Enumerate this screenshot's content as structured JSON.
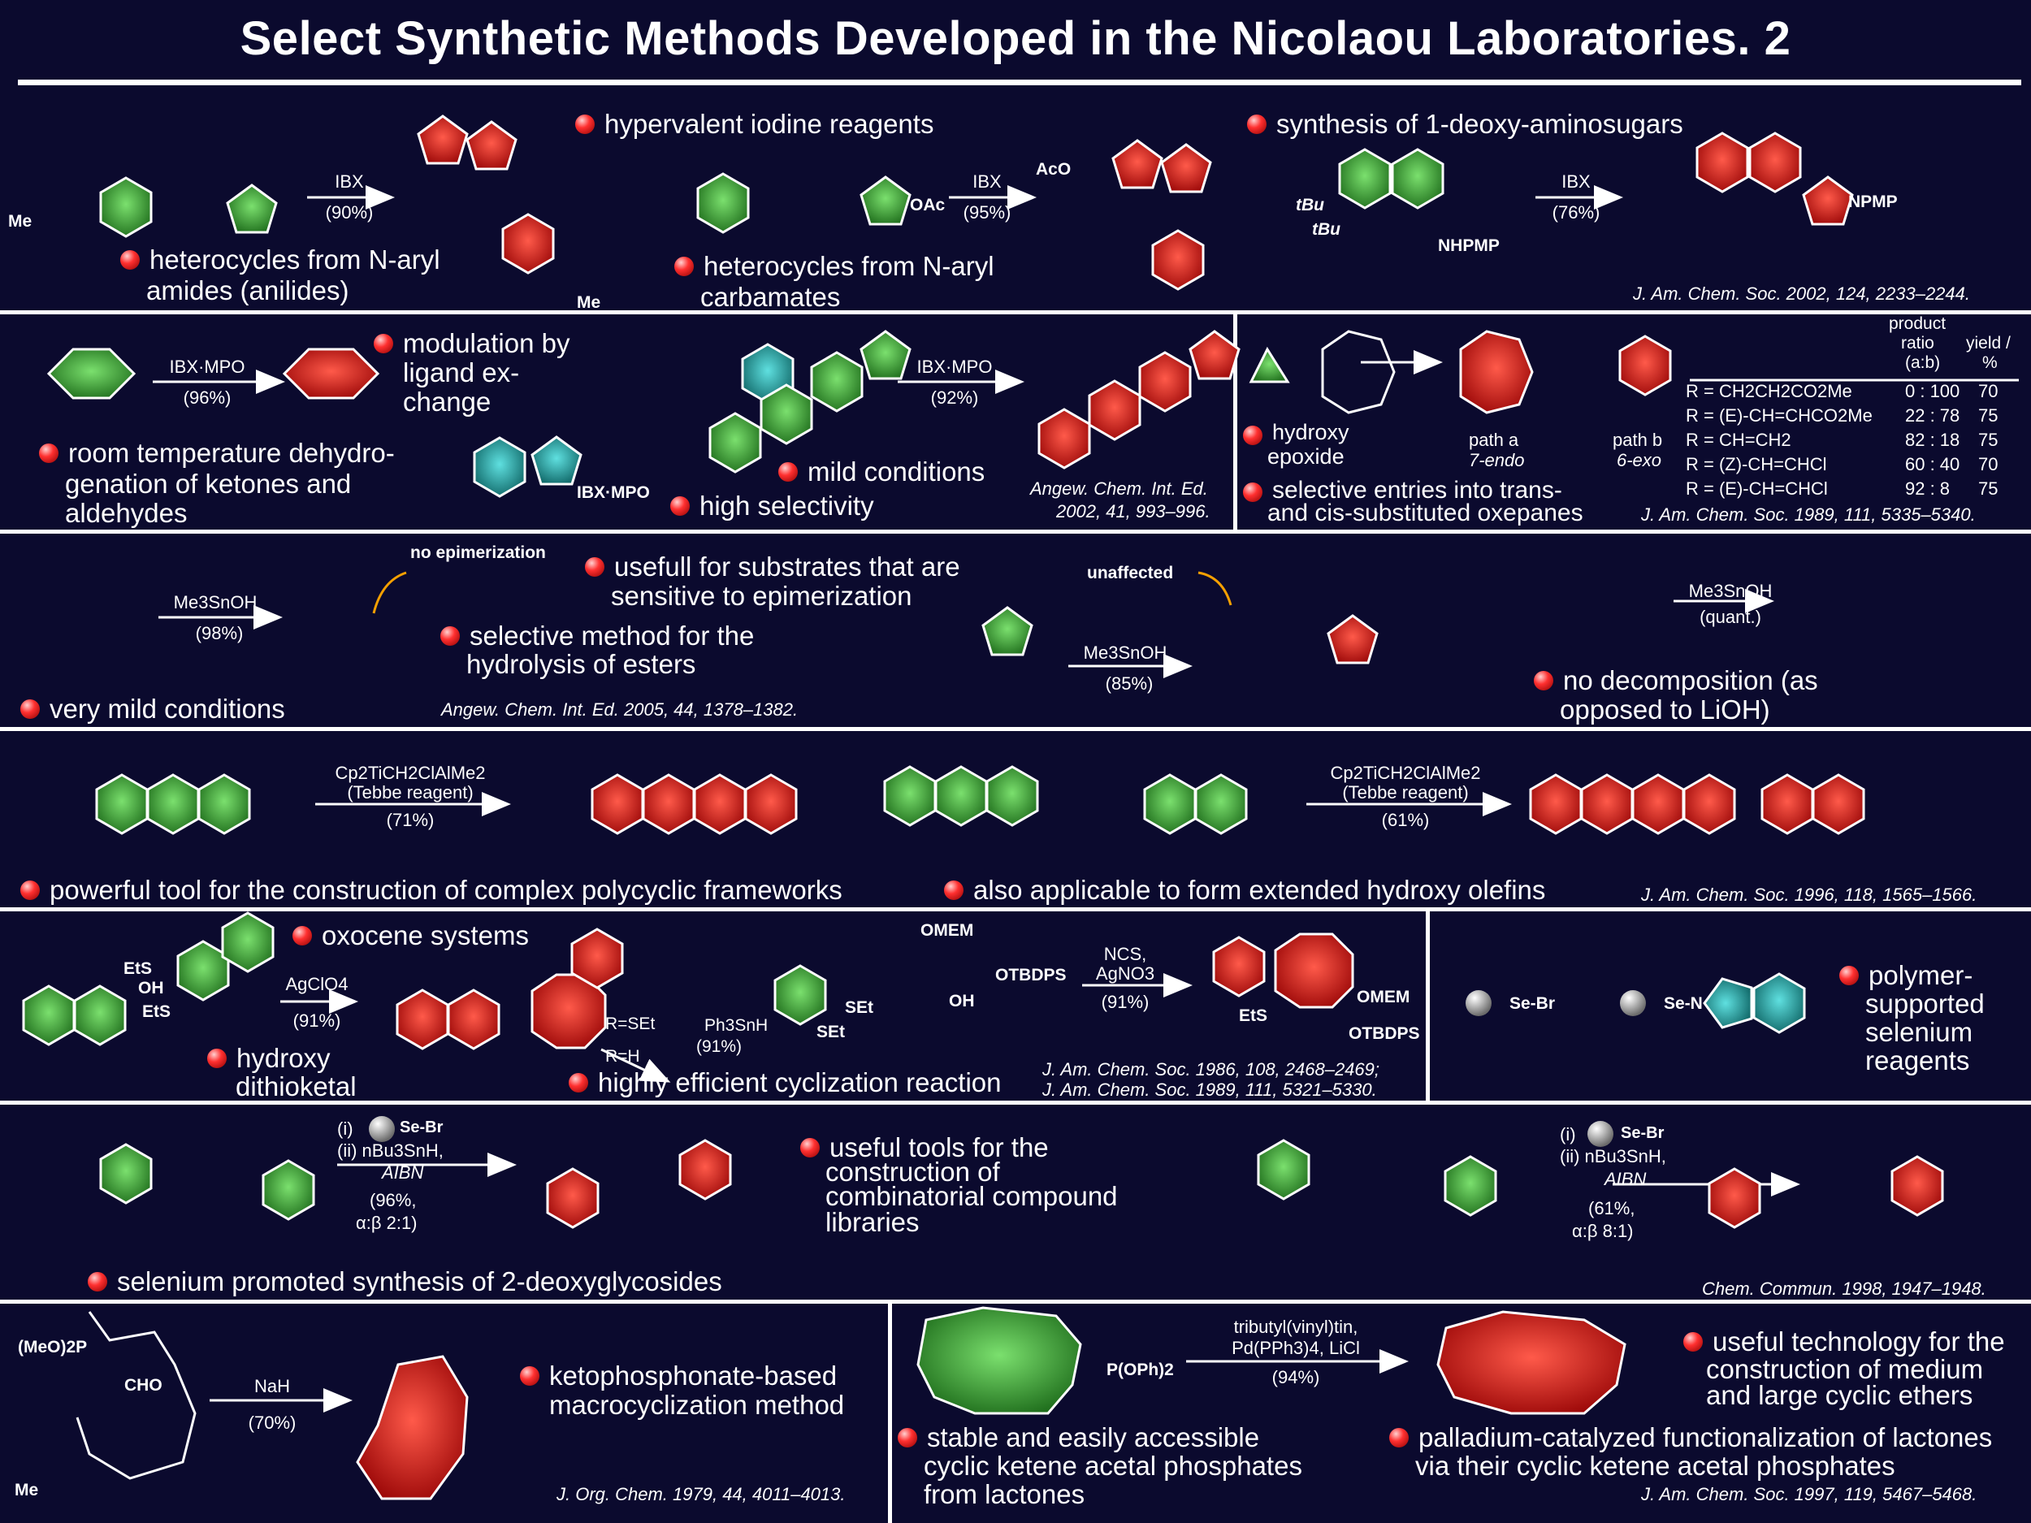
{
  "title": "Select Synthetic Methods Developed in the Nicolaou Laboratories. 2",
  "colors": {
    "background": "#0b0a2e",
    "ring_green": "#3fae3a",
    "ring_red": "#e01f1f",
    "ring_teal": "#1f9a9a",
    "bullet": "#ff3030"
  },
  "p1": {
    "cond1": [
      "IBX",
      "(90%)"
    ],
    "note1": [
      "heterocycles from N-aryl",
      "amides (anilides)"
    ],
    "head2": "hypervalent iodine reagents",
    "cond2": [
      "IBX",
      "(95%)"
    ],
    "note2": [
      "heterocycles from N-aryl",
      "carbamates"
    ],
    "head3": "synthesis of 1-deoxy-aminosugars",
    "cond3": [
      "IBX",
      "(76%)"
    ],
    "cite": "J. Am. Chem. Soc. 2002, 124, 2233–2244.",
    "labels": [
      "Me",
      "Me",
      "AcO",
      "OAc",
      "tBu",
      "tBu",
      "NHPMP",
      "NPMP"
    ]
  },
  "p2": {
    "cond1": [
      "IBX·MPO",
      "(96%)"
    ],
    "note1": [
      "room temperature dehydro-",
      "genation of ketones and",
      "aldehydes"
    ],
    "note2": [
      "modulation by",
      "ligand ex-",
      "change"
    ],
    "reagent": "IBX·MPO",
    "cond2": [
      "IBX·MPO",
      "(92%)"
    ],
    "note3": "mild conditions",
    "note4": "high selectivity",
    "cite": [
      "Angew. Chem. Int. Ed.",
      "2002, 41, 993–996."
    ]
  },
  "p3": {
    "note1": [
      "hydroxy",
      "epoxide"
    ],
    "note2": [
      "selective entries into trans-",
      "and cis-substituted oxepanes"
    ],
    "path_a": [
      "path a",
      "7-endo"
    ],
    "path_b": [
      "path b",
      "6-exo"
    ],
    "table_head": [
      "product",
      "ratio",
      "(a:b)",
      "yield /",
      "%"
    ],
    "table_rows": [
      [
        "R = CH2CH2CO2Me",
        "0 : 100",
        "70"
      ],
      [
        "R = (E)-CH=CHCO2Me",
        "22 : 78",
        "75"
      ],
      [
        "R = CH=CH2",
        "82 : 18",
        "75"
      ],
      [
        "R = (Z)-CH=CHCl",
        "60 : 40",
        "70"
      ],
      [
        "R = (E)-CH=CHCl",
        "92 : 8",
        "75"
      ]
    ],
    "cite": "J. Am. Chem. Soc. 1989, 111, 5335–5340."
  },
  "p4": {
    "cond1": [
      "Me3SnOH",
      "(98%)"
    ],
    "label1": "no epimerization",
    "note1": "very mild conditions",
    "note2": [
      "usefull for substrates that are",
      "sensitive to epimerization"
    ],
    "note3": [
      "selective method for the",
      "hydrolysis of esters"
    ],
    "cite": "Angew. Chem. Int. Ed. 2005, 44, 1378–1382.",
    "label2": "unaffected",
    "cond2": [
      "Me3SnOH",
      "(85%)"
    ],
    "cond3": [
      "Me3SnOH",
      "(quant.)"
    ],
    "note4": [
      "no decomposition (as",
      "opposed to LiOH)"
    ]
  },
  "p5": {
    "cond1": [
      "Cp2TiCH2ClAlMe2",
      "(Tebbe reagent)",
      "(71%)"
    ],
    "cond2": [
      "Cp2TiCH2ClAlMe2",
      "(Tebbe reagent)",
      "(61%)"
    ],
    "note1": "powerful tool for the construction of complex polycyclic frameworks",
    "note2": "also applicable to form extended hydroxy olefins",
    "cite": "J. Am. Chem. Soc. 1996, 118, 1565–1566."
  },
  "p6": {
    "note1": "oxocene systems",
    "cond1": [
      "AgClO4",
      "(91%)"
    ],
    "note2": [
      "hydroxy",
      "dithioketal"
    ],
    "side": [
      "R=SEt",
      "R=H",
      "Ph3SnH",
      "(91%)"
    ],
    "note3": "highly efficient cyclization reaction",
    "cond2": [
      "NCS,",
      "AgNO3",
      "(91%)"
    ],
    "cite": [
      "J. Am. Chem. Soc. 1986, 108, 2468–2469;",
      "J. Am. Chem. Soc. 1989, 111, 5321–5330."
    ],
    "labels": [
      "OMEM",
      "OTBDPS",
      "OH",
      "SEt",
      "SEt",
      "OMEM",
      "OTBDPS",
      "EtS",
      "EtS",
      "EtS",
      "OH"
    ],
    "reagents": [
      "Se-Br",
      "Se-N"
    ],
    "note4": [
      "polymer-",
      "supported",
      "selenium",
      "reagents"
    ]
  },
  "p7": {
    "cond1": [
      "(i)",
      "Se-Br",
      "(ii) nBu3SnH,",
      "AIBN",
      "(96%,",
      "α:β 2:1)"
    ],
    "note1": "selenium promoted synthesis of 2-deoxyglycosides",
    "note2": [
      "useful tools for the",
      "construction of",
      "combinatorial compound",
      "libraries"
    ],
    "cond2": [
      "(i)",
      "Se-Br",
      "(ii) nBu3SnH,",
      "AIBN",
      "(61%,",
      "α:β 8:1)"
    ],
    "cite": "Chem. Commun. 1998, 1947–1948."
  },
  "p8": {
    "cond1": [
      "NaH",
      "(70%)"
    ],
    "note1": [
      "ketophosphonate-based",
      "macrocyclization method"
    ],
    "cite1": "J. Org. Chem. 1979, 44, 4011–4013.",
    "cond2": [
      "tributyl(vinyl)tin,",
      "Pd(PPh3)4, LiCl",
      "(94%)"
    ],
    "note2": [
      "stable and easily accessible",
      "cyclic ketene acetal phosphates",
      "from lactones"
    ],
    "note3": [
      "useful technology for the",
      "construction of medium",
      "and large cyclic ethers"
    ],
    "note4": [
      "palladium-catalyzed functionalization of lactones",
      "via their cyclic ketene acetal phosphates"
    ],
    "cite2": "J. Am. Chem. Soc. 1997, 119, 5467–5468.",
    "labels": [
      "(MeO)2P",
      "CHO",
      "Me",
      "P(OPh)2"
    ]
  }
}
